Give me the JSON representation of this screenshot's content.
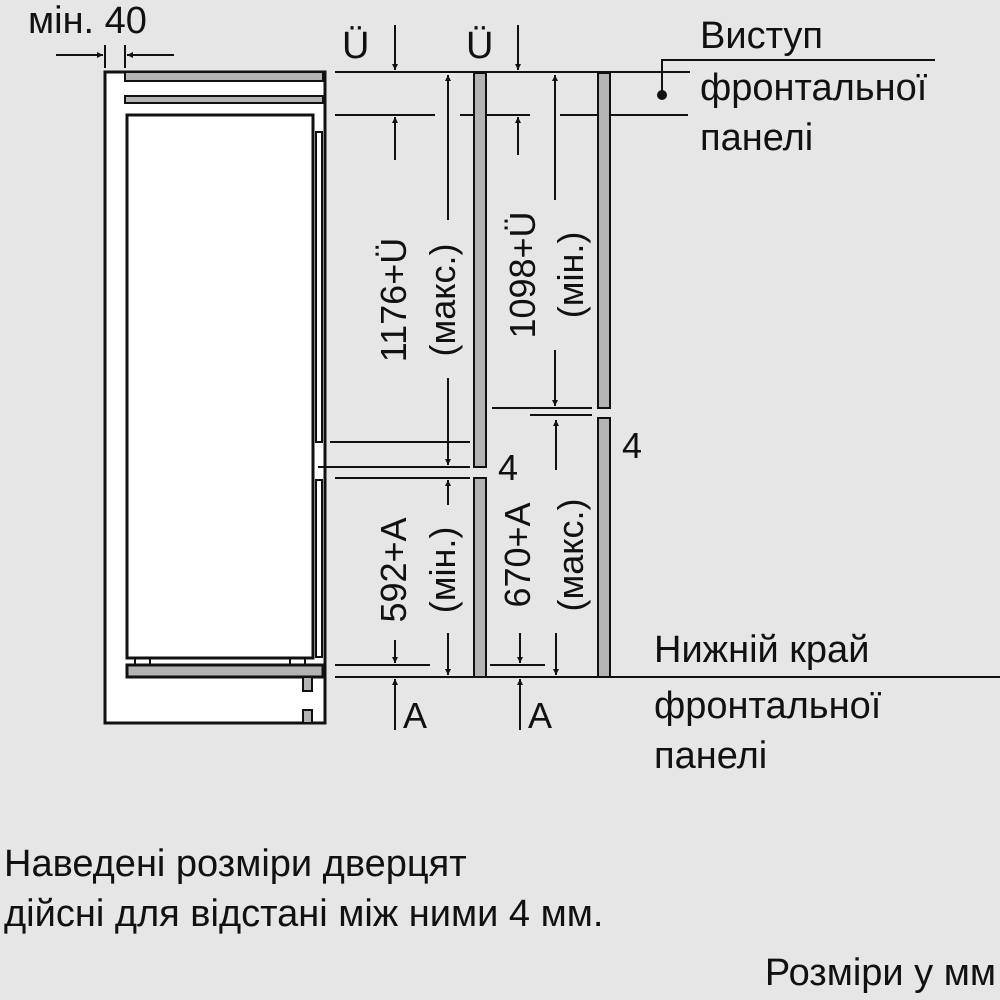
{
  "diagram": {
    "min_gap_label": "мін. 40",
    "overhang_symbol_1": "Ü",
    "overhang_symbol_2": "Ü",
    "dim_upper_left": "1176+Ü",
    "dim_upper_left_note": "(макс.)",
    "dim_upper_right": "1098+Ü",
    "dim_upper_right_note": "(мін.)",
    "dim_lower_left": "592+A",
    "dim_lower_left_note": "(мін.)",
    "dim_lower_right": "670+A",
    "dim_lower_right_note": "(макс.)",
    "gap_left": "4",
    "gap_right": "4",
    "bottom_symbol_1": "A",
    "bottom_symbol_2": "A",
    "callout_top": [
      "Виступ",
      "фронтальної",
      "панелі"
    ],
    "callout_bottom": [
      "Нижній край",
      "фронтальної",
      "панелі"
    ],
    "note_lines": [
      "Наведені розміри дверцят",
      "дійсні для відстані між ними 4 мм."
    ],
    "units_note": "Розміри у мм",
    "colors": {
      "background": "#e6e6e6",
      "panel": "#b4b4b4",
      "line": "#111111",
      "cabinet": "#ffffff"
    }
  }
}
